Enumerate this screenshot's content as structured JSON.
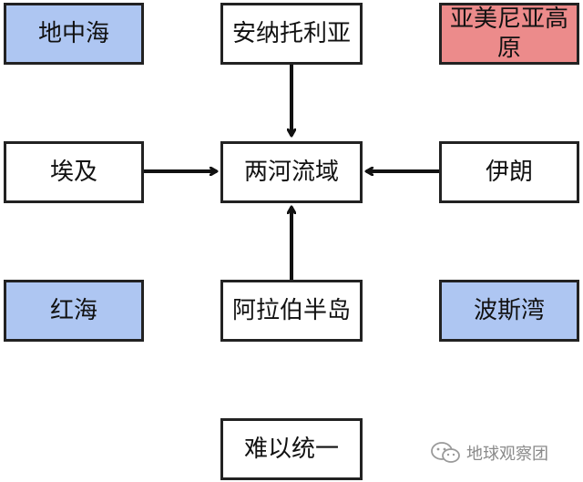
{
  "nodes": {
    "mediterranean": "地中海",
    "anatolia": "安纳托利亚",
    "armenian_plateau_line1": "亚美尼亚高",
    "armenian_plateau_line2": "原",
    "egypt": "埃及",
    "mesopotamia": "两河流域",
    "iran": "伊朗",
    "red_sea": "红海",
    "arabian_peninsula": "阿拉伯半岛",
    "persian_gulf": "波斯湾",
    "hard_to_unify": "难以统一"
  },
  "colors": {
    "water": "#aec6f2",
    "highland": "#ec8b8b",
    "land": "#ffffff",
    "border": "#222222",
    "arrow": "#111111"
  },
  "watermark": {
    "icon": "wechat-icon",
    "text": "地球观察团"
  }
}
